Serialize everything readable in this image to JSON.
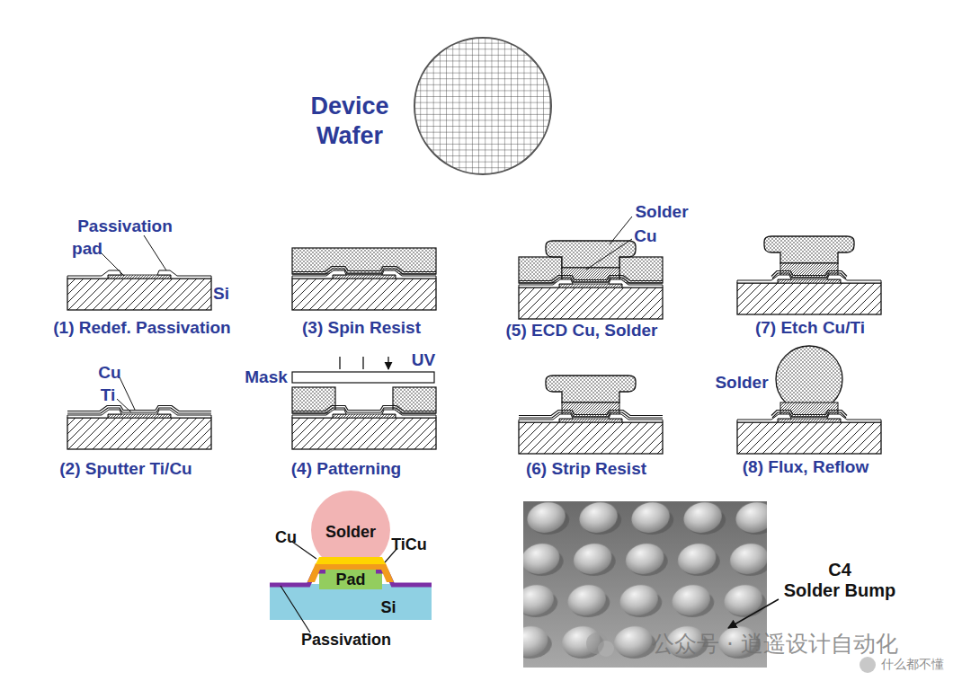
{
  "diagram": {
    "title": "Device Wafer",
    "nodes": [
      {
        "text": [
          "(1) Redef. Passivation"
        ]
      },
      {
        "text": [
          "(2) Sputter Ti/Cu"
        ]
      },
      {
        "text": [
          "(3) Spin Resist"
        ]
      },
      {
        "text": [
          "(4) Patterning"
        ]
      },
      {
        "text": [
          "(5) ECD Cu, Solder"
        ]
      },
      {
        "text": [
          "(6) Strip Resist"
        ]
      },
      {
        "text": [
          "(7) Etch Cu/Ti"
        ]
      },
      {
        "text": [
          "(8) Flux, Reflow"
        ]
      }
    ],
    "labels": [
      "Passivation",
      "pad",
      "Si",
      "Cu",
      "Ti",
      "Mask",
      "UV",
      "Solder",
      "Cu",
      "Solder",
      "Cu",
      "Solder",
      "TiCu",
      "Pad",
      "Si",
      "Passivation",
      "C4",
      "Solder Bump",
      "公众号 · 逍遥设计自动化",
      "什么都不懂"
    ]
  }
}
